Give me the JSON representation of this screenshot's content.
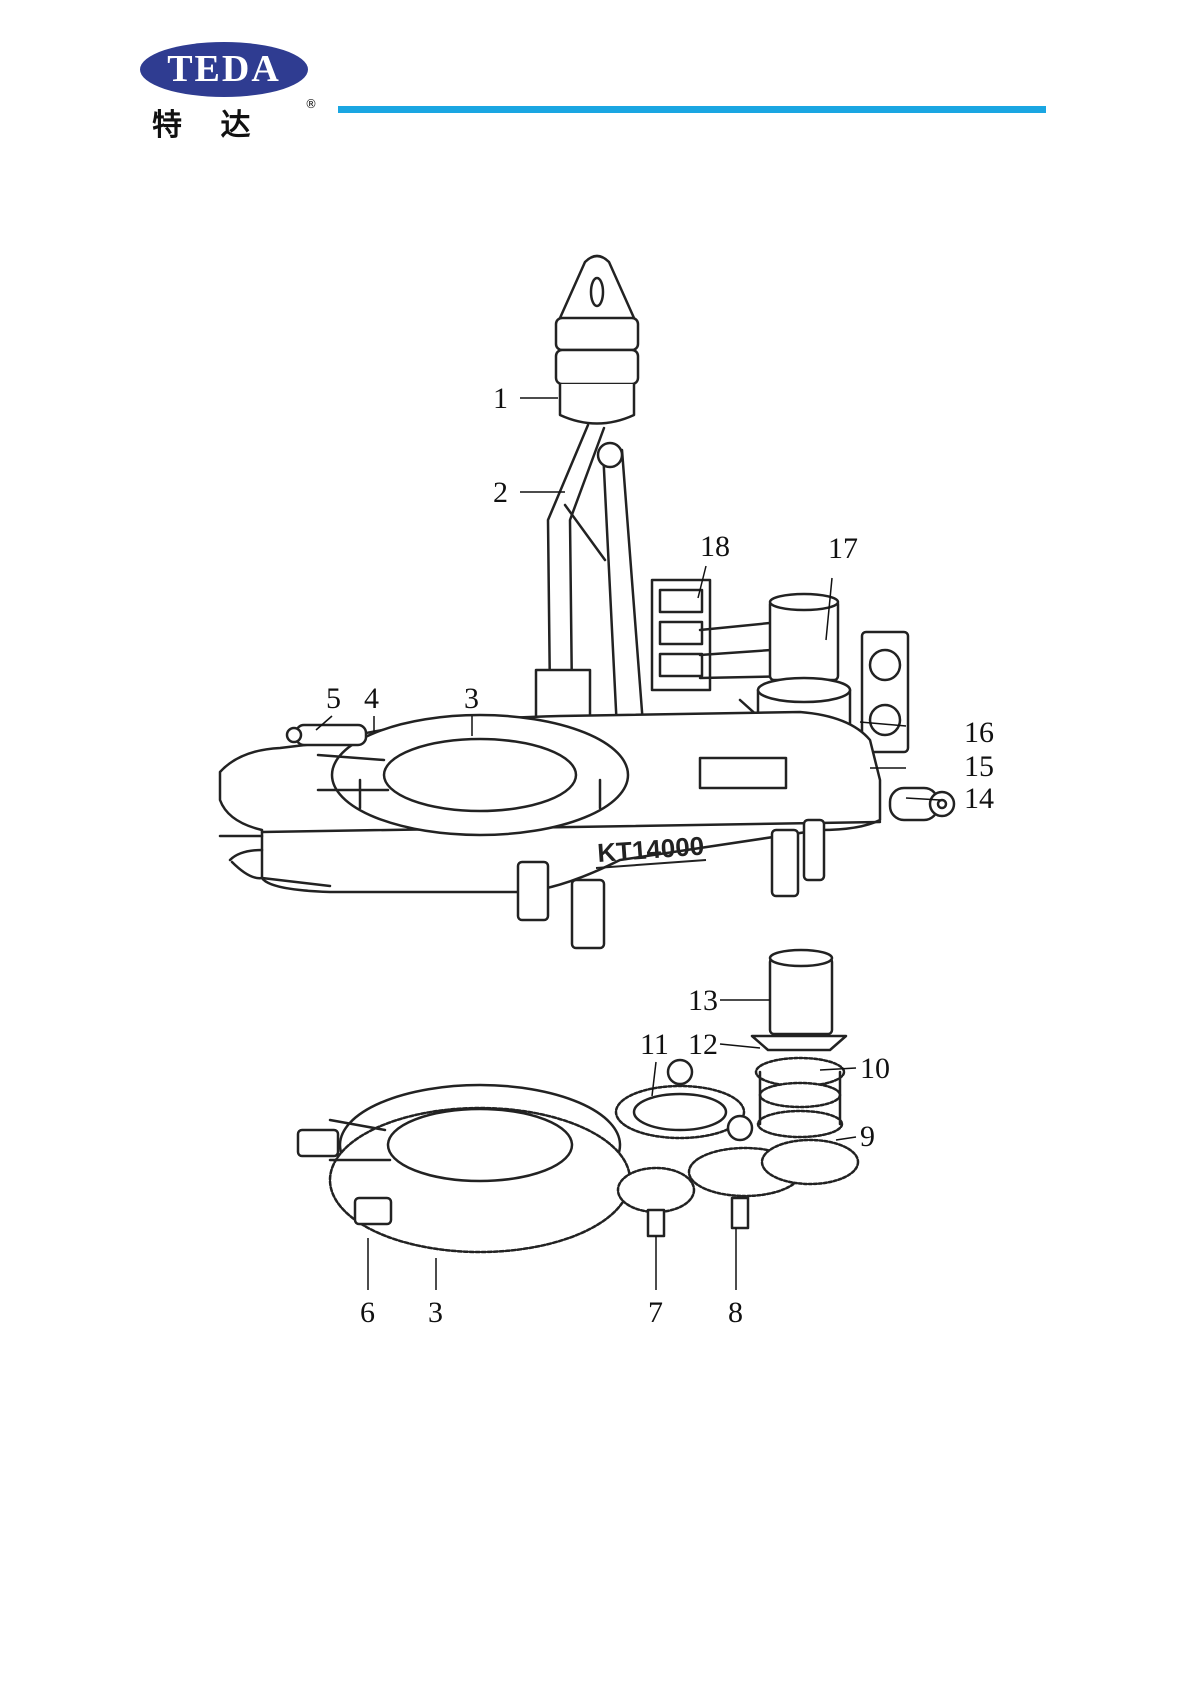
{
  "logo": {
    "text": "TEDA",
    "chinese": "特 达",
    "reg_mark": "®"
  },
  "drawing": {
    "model_label": "KT14000",
    "callouts": [
      "1",
      "2",
      "3",
      "4",
      "5",
      "6",
      "3",
      "7",
      "8",
      "9",
      "10",
      "11",
      "12",
      "13",
      "14",
      "15",
      "16",
      "17",
      "18"
    ]
  },
  "colors": {
    "header_rule": "#1aa6e2",
    "logo_blue": "#2f3c91"
  }
}
